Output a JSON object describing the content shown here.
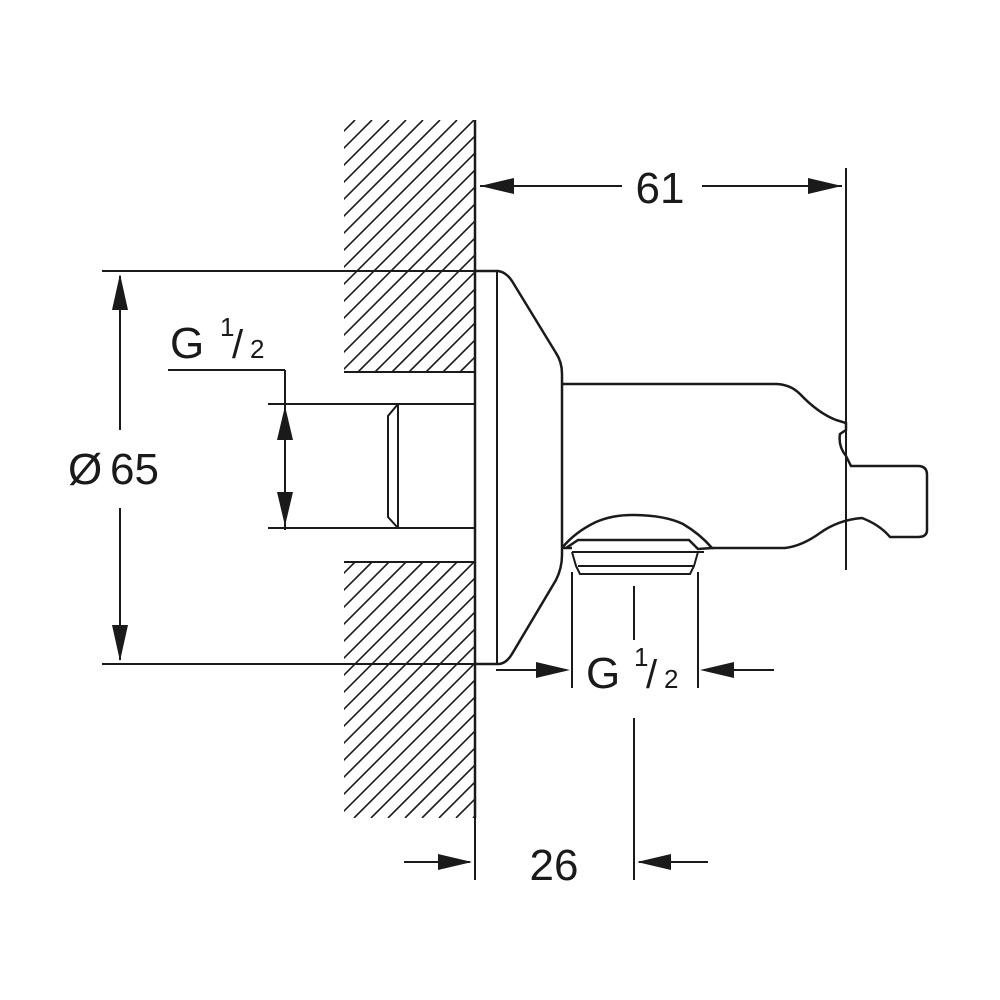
{
  "dimensions": {
    "projection": "61",
    "diameter_symbol": "Ø",
    "diameter": "65",
    "wall_offset": "26",
    "thread_wall": {
      "letter": "G",
      "numerator": "1",
      "slash": "/",
      "denominator": "2"
    },
    "thread_outlet": {
      "letter": "G",
      "numerator": "1",
      "slash": "/",
      "denominator": "2"
    }
  },
  "colors": {
    "line": "#1a1a1a",
    "background": "#ffffff"
  }
}
